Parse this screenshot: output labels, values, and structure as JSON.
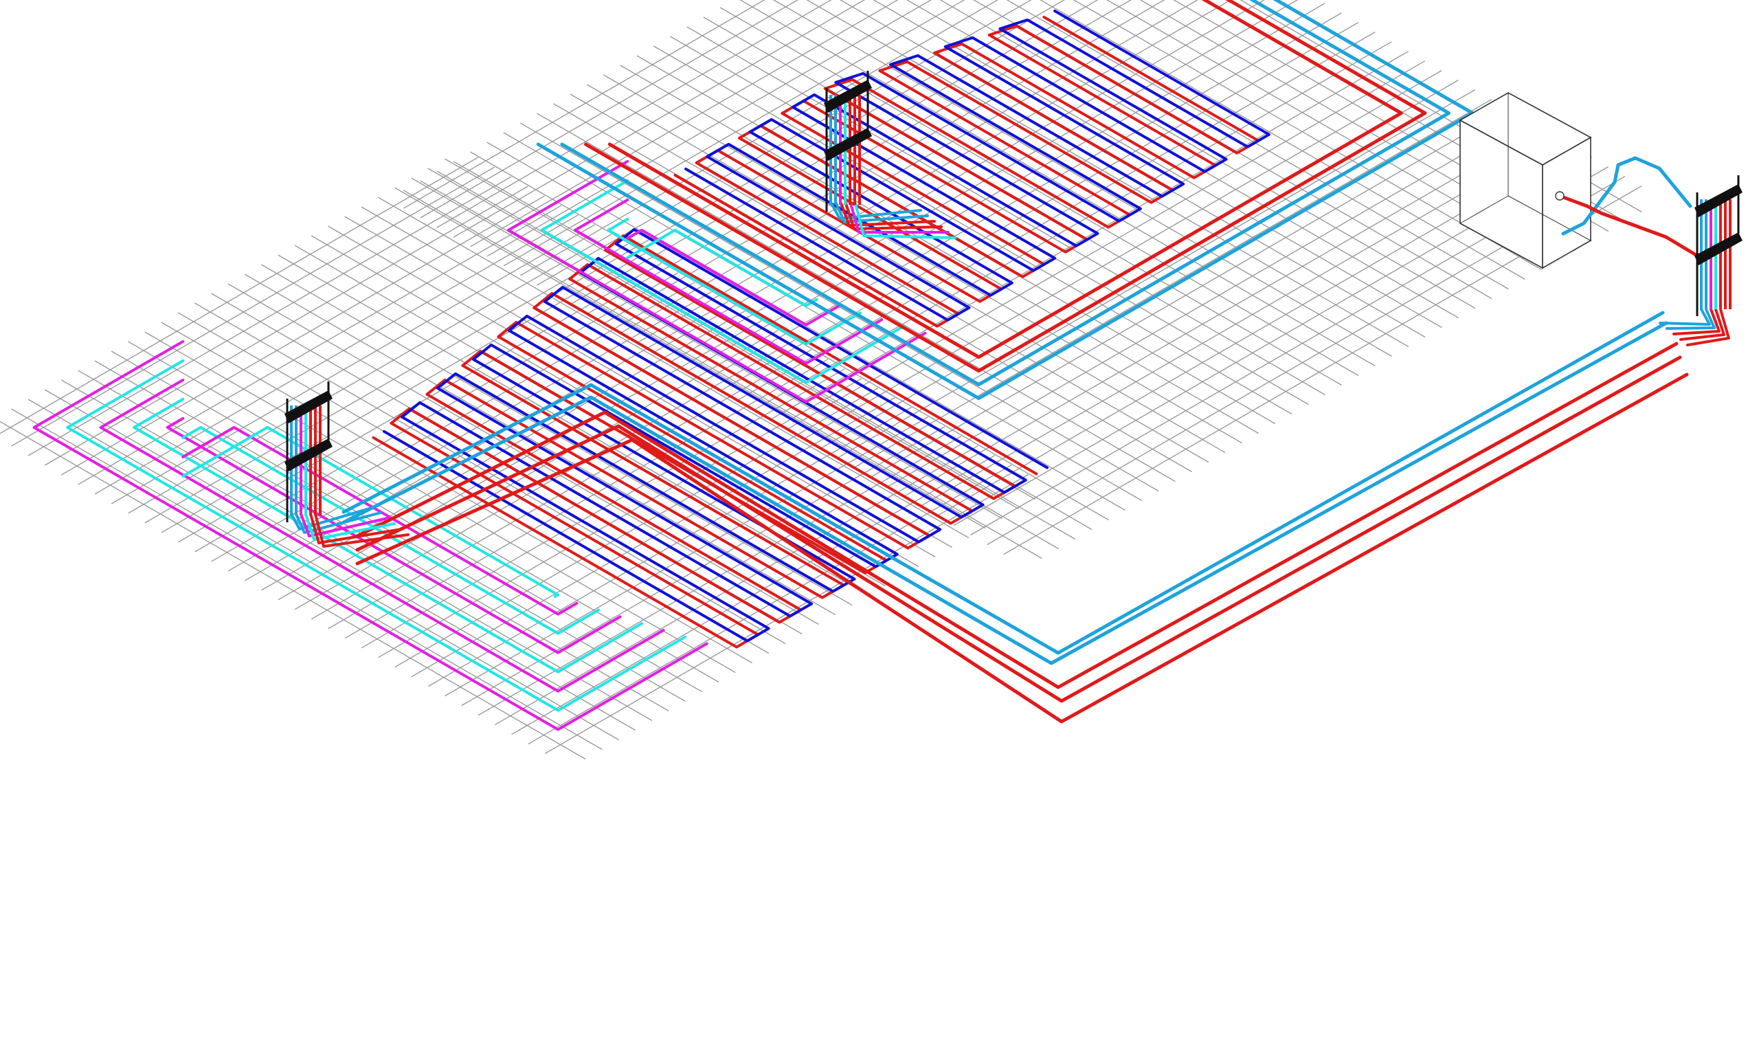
{
  "diagram": {
    "kind": "isometric underfloor heating pipe layout",
    "colors": {
      "background": "#ffffff",
      "grid": "#9a9a9a",
      "boiler_outline": "#333333",
      "manifold": "#111111",
      "supply_red": "#e01a1a",
      "return_blue": "#1010d8",
      "feed_light_blue": "#1ea3dc",
      "cyan_pipe": "#22e6e6",
      "magenta_pipe": "#e41ee4"
    },
    "components": {
      "manifolds": [
        "manifold-left",
        "manifold-center",
        "manifold-right"
      ],
      "boiler": "boiler-box",
      "zones": [
        "zone-left-slab",
        "zone-right-slab"
      ]
    }
  }
}
